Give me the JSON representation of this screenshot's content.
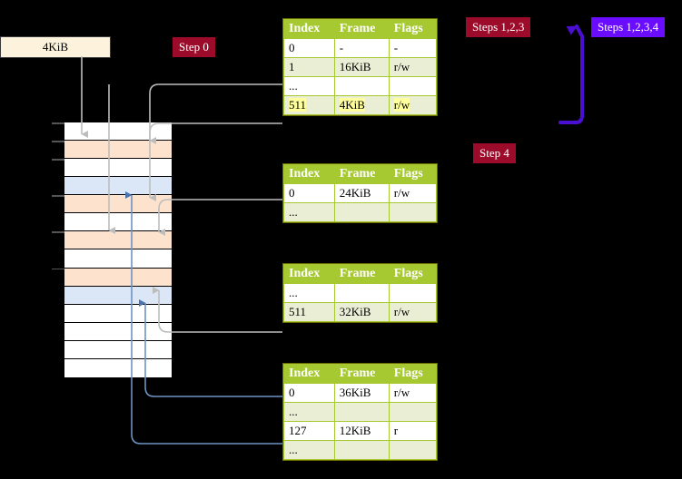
{
  "labels": {
    "kib_box": "4KiB",
    "step0": "Step 0",
    "steps123": "Steps 1,2,3",
    "steps1234": "Steps 1,2,3,4",
    "step4": "Step 4"
  },
  "colors": {
    "badge_red": "#9c0b2a",
    "badge_purple": "#6a0dff",
    "table_header": "#a6c831",
    "table_alt_row": "#e9eed5",
    "highlight": "#ffff9e",
    "mem_orange": "#fde3cd",
    "mem_blue": "#dbe7f7",
    "arrow_gray": "#b9b9b9",
    "arrow_blue": "#5b82b8",
    "kib_fill": "#fdf3dc"
  },
  "tables": [
    {
      "name": "pml4-table",
      "headers": [
        "Index",
        "Frame",
        "Flags"
      ],
      "rows": [
        {
          "index": "0",
          "frame": "-",
          "flags": "-",
          "style": "plain",
          "highlight": false
        },
        {
          "index": "1",
          "frame": "16KiB",
          "flags": "r/w",
          "style": "alt",
          "highlight": false
        },
        {
          "index": "...",
          "frame": "",
          "flags": "",
          "style": "plain",
          "highlight": false
        },
        {
          "index": "511",
          "frame": "4KiB",
          "flags": "r/w",
          "style": "alt",
          "highlight": true
        }
      ]
    },
    {
      "name": "pdp-table",
      "headers": [
        "Index",
        "Frame",
        "Flags"
      ],
      "rows": [
        {
          "index": "0",
          "frame": "24KiB",
          "flags": "r/w",
          "style": "plain",
          "highlight": false
        },
        {
          "index": "...",
          "frame": "",
          "flags": "",
          "style": "alt",
          "highlight": false
        }
      ]
    },
    {
      "name": "pd-table",
      "headers": [
        "Index",
        "Frame",
        "Flags"
      ],
      "rows": [
        {
          "index": "...",
          "frame": "",
          "flags": "",
          "style": "plain",
          "highlight": false
        },
        {
          "index": "511",
          "frame": "32KiB",
          "flags": "r/w",
          "style": "alt",
          "highlight": false
        }
      ]
    },
    {
      "name": "pt-table",
      "headers": [
        "Index",
        "Frame",
        "Flags"
      ],
      "rows": [
        {
          "index": "0",
          "frame": "36KiB",
          "flags": "r/w",
          "style": "plain",
          "highlight": false
        },
        {
          "index": "...",
          "frame": "",
          "flags": "",
          "style": "alt",
          "highlight": false
        },
        {
          "index": "127",
          "frame": "12KiB",
          "flags": "r",
          "style": "plain",
          "highlight": false
        },
        {
          "index": "...",
          "frame": "",
          "flags": "",
          "style": "alt",
          "highlight": false
        }
      ]
    }
  ],
  "memory_grid": {
    "name": "physical-memory-grid",
    "rows": [
      {
        "fill": "white",
        "tick": true
      },
      {
        "fill": "orange",
        "tick": true
      },
      {
        "fill": "white",
        "tick": true
      },
      {
        "fill": "blue",
        "tick": false
      },
      {
        "fill": "orange",
        "tick": true
      },
      {
        "fill": "white",
        "tick": false
      },
      {
        "fill": "orange",
        "tick": true
      },
      {
        "fill": "white",
        "tick": false
      },
      {
        "fill": "orange",
        "tick": true
      },
      {
        "fill": "blue",
        "tick": false
      },
      {
        "fill": "white",
        "tick": false
      },
      {
        "fill": "white",
        "tick": false
      },
      {
        "fill": "white",
        "tick": false
      },
      {
        "fill": "white",
        "tick": false
      }
    ]
  }
}
